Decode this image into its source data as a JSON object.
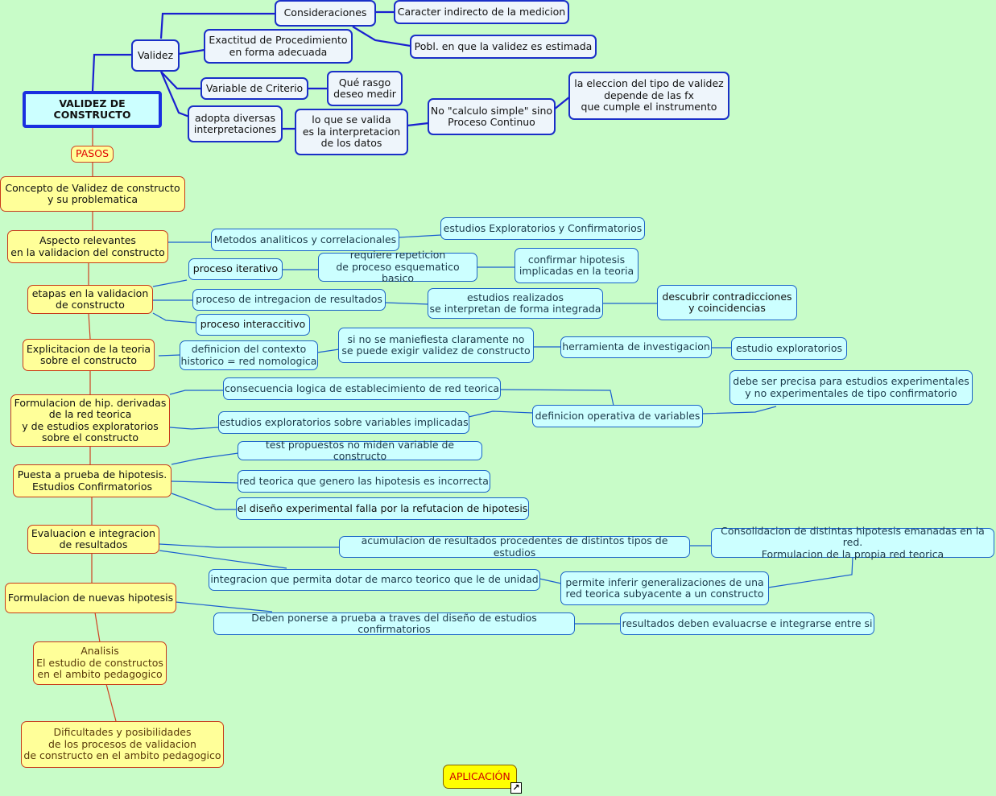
{
  "nodes": {
    "main": "VALIDEZ DE\nCONSTRUCTO",
    "validez": "Validez",
    "consideraciones": "Consideraciones",
    "caracter": "Caracter indirecto de la medicion",
    "pobl": "Pobl. en que la validez es estimada",
    "exactitud": "Exactitud de Procedimiento\nen forma adecuada",
    "variable_criterio": "Variable de Criterio",
    "que_rasgo": "Qué rasgo\ndeseo medir",
    "adopta": "adopta diversas\ninterpretaciones",
    "lo_que": "lo que se valida\nes la interpretacion\nde los datos",
    "no_calculo": "No \"calculo simple\" sino\nProceso Continuo",
    "eleccion": "la eleccion del tipo de validez\ndepende de las fx\nque cumple el instrumento",
    "pasos": "PASOS",
    "concepto": "Concepto de Validez de constructo\ny su problematica",
    "aspecto": "Aspecto relevantes\nen la validacion del constructo",
    "metodos": "Metodos analiticos y correlacionales",
    "estudios_expl_conf": "estudios Exploratorios y Confirmatorios",
    "etapas": "etapas en la validacion\nde constructo",
    "proceso_iterativo": "proceso iterativo",
    "requiere": "requiere repeticion\nde proceso esquematico basico",
    "confirmar": "confirmar hipotesis\nimplicadas en la teoria",
    "proceso_integ": "proceso de intregacion de resultados",
    "estudios_realizados": "estudios realizados\nse interpretan de forma integrada",
    "descubrir": "descubrir contradicciones\ny coincidencias",
    "proceso_interac": "proceso interaccitivo",
    "explicitacion": "Explicitacion de la teoria\nsobre el constructo",
    "definicion_contexto": "definicion del contexto\nhistorico = red nomologica",
    "si_no": "si no se maniefiesta claramente no\nse puede exigir validez de constructo",
    "herramienta": "herramienta de investigacion",
    "estudio_expl": "estudio exploratorios",
    "formulacion_hip": "Formulacion de hip. derivadas\nde la red teorica\ny de estudios exploratorios\nsobre el constructo",
    "consecuencia": "consecuencia logica de establecimiento de red teorica",
    "estudios_sobre": "estudios exploratorios sobre variables implicadas",
    "definicion_operativa": "definicion operativa de variables",
    "debe_ser": "debe ser precisa para estudios experimentales\ny no experimentales de tipo confirmatorio",
    "puesta": "Puesta a prueba de hipotesis.\nEstudios Confirmatorios",
    "test": "test propuestos no miden variable de constructo",
    "red_teorica": "red teorica que genero las hipotesis es incorrecta",
    "el_diseno": "el diseño experimental falla por la refutacion de hipotesis",
    "evaluacion": "Evaluacion e integracion\nde resultados",
    "acumulacion": "acumulacion de resultados procedentes de distintos tipos de estudios",
    "consolidacion": "Consolidacion de distintas hipotesis emanadas en la red.\nFormulacion de la propia red teorica",
    "integracion": "integracion  que permita dotar de marco teorico que le de unidad",
    "permite": "permite inferir generalizaciones de una\nred teorica subyacente a un constructo",
    "formulacion_nuevas": "Formulacion de nuevas hipotesis",
    "deben": "Deben ponerse a prueba a traves del diseño de estudios confirmatorios",
    "resultados": "resultados deben evaluacrse e integrarse entre si",
    "analisis": "Analisis\nEl estudio de constructos\nen el ambito pedagogico",
    "dificultades": "Dificultades y posibilidades\nde los procesos de validacion\nde constructo en el ambito pedagogico",
    "aplicacion": "APLICACIÓN"
  },
  "link_icon": "external-link-arrow",
  "colors": {
    "background": "#c8fcc8",
    "blue_border": "#1a2fc8",
    "cyan_fill": "#ccffff",
    "yellow_fill": "#ffff99",
    "red_line": "#c83a1a",
    "blue_line": "#1a63c8"
  }
}
